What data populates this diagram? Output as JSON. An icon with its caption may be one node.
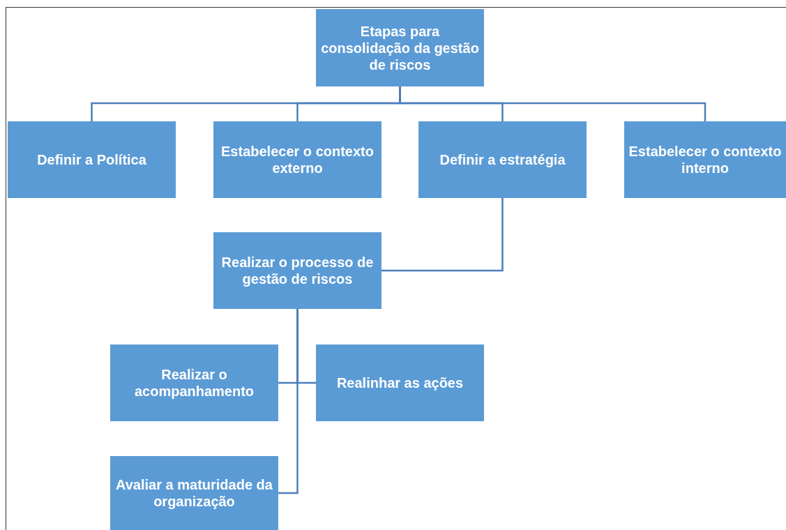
{
  "diagram": {
    "nodes": [
      {
        "text": [
          "Etapas para consolidação da gestão de riscos"
        ]
      },
      {
        "text": [
          "Definir a Política"
        ]
      },
      {
        "text": [
          "Estabelecer o contexto externo"
        ]
      },
      {
        "text": [
          "Definir a estratégia"
        ]
      },
      {
        "text": [
          "Estabelecer o contexto interno"
        ]
      },
      {
        "text": [
          "Realizar o processo de gestão de riscos"
        ]
      },
      {
        "text": [
          "Realizar o acompanhamento"
        ]
      },
      {
        "text": [
          "Realinhar as ações"
        ]
      },
      {
        "text": [
          "Avaliar a maturidade da organização"
        ]
      }
    ],
    "edges": [
      {
        "from": 0,
        "to": 1,
        "arrow": "none"
      },
      {
        "from": 0,
        "to": 2,
        "arrow": "none"
      },
      {
        "from": 0,
        "to": 3,
        "arrow": "none"
      },
      {
        "from": 0,
        "to": 4,
        "arrow": "none"
      },
      {
        "from": 3,
        "to": 5,
        "arrow": "none"
      },
      {
        "from": 5,
        "to": 6,
        "arrow": "none"
      },
      {
        "from": 5,
        "to": 7,
        "arrow": "none"
      },
      {
        "from": 5,
        "to": 8,
        "arrow": "none"
      }
    ]
  }
}
